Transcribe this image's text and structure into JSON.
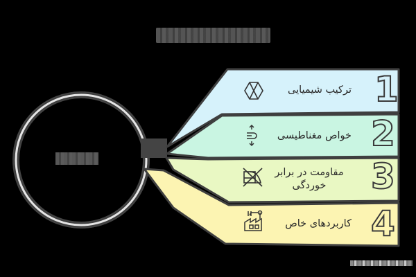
{
  "title": {
    "text": "",
    "obscured": true
  },
  "center": {
    "label": "",
    "obscured": true
  },
  "items": [
    {
      "number": "1",
      "label": "ترکیب شیمیایی",
      "icon": "hexagon-x-icon",
      "color": "#d6f2fb"
    },
    {
      "number": "2",
      "label": "خواص مغناطیسی",
      "icon": "magnet-icon",
      "color": "#c9f5e2"
    },
    {
      "number": "3",
      "label": "مقاومت در برابر خوردگی",
      "label_lines": [
        "مقاومت در برابر",
        "خوردگی"
      ],
      "icon": "no-corrosion-icon",
      "color": "#e9f8c3"
    },
    {
      "number": "4",
      "label": "کاربردهای خاص",
      "icon": "factory-robot-arm-icon",
      "color": "#fcf4b2"
    }
  ],
  "watermark": {
    "text": "",
    "obscured": true
  },
  "colors": {
    "background": "#000000",
    "outline": "#3f3f3f",
    "ring_inner": "#e8e8e8"
  }
}
